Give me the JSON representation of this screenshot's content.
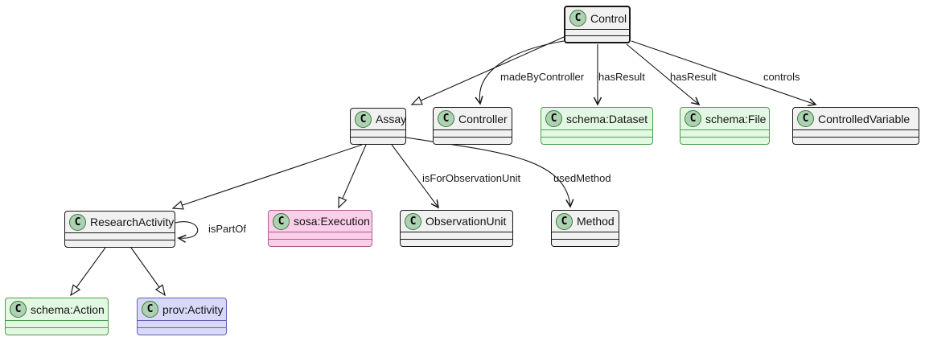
{
  "diagram": {
    "type": "uml-class-diagram",
    "spot_letter": "C",
    "classes": [
      {
        "id": "control",
        "label": "Control",
        "color": "gray",
        "emphasis": "bold"
      },
      {
        "id": "assay",
        "label": "Assay",
        "color": "gray"
      },
      {
        "id": "controller",
        "label": "Controller",
        "color": "gray"
      },
      {
        "id": "schema-dataset",
        "label": "schema:Dataset",
        "color": "green"
      },
      {
        "id": "schema-file",
        "label": "schema:File",
        "color": "green"
      },
      {
        "id": "controlled-variable",
        "label": "ControlledVariable",
        "color": "gray"
      },
      {
        "id": "research-activity",
        "label": "ResearchActivity",
        "color": "gray"
      },
      {
        "id": "sosa-execution",
        "label": "sosa:Execution",
        "color": "pink"
      },
      {
        "id": "observation-unit",
        "label": "ObservationUnit",
        "color": "gray"
      },
      {
        "id": "method",
        "label": "Method",
        "color": "gray"
      },
      {
        "id": "schema-action",
        "label": "schema:Action",
        "color": "green"
      },
      {
        "id": "prov-activity",
        "label": "prov:Activity",
        "color": "lavender"
      }
    ],
    "edges": [
      {
        "from": "Control",
        "to": "Assay",
        "kind": "generalization",
        "label": ""
      },
      {
        "from": "Control",
        "to": "Controller",
        "kind": "association",
        "label": "madeByController"
      },
      {
        "from": "Control",
        "to": "schema:Dataset",
        "kind": "association",
        "label": "hasResult"
      },
      {
        "from": "Control",
        "to": "schema:File",
        "kind": "association",
        "label": "hasResult"
      },
      {
        "from": "Control",
        "to": "ControlledVariable",
        "kind": "association",
        "label": "controls"
      },
      {
        "from": "Assay",
        "to": "ResearchActivity",
        "kind": "generalization",
        "label": ""
      },
      {
        "from": "Assay",
        "to": "sosa:Execution",
        "kind": "generalization",
        "label": ""
      },
      {
        "from": "Assay",
        "to": "ObservationUnit",
        "kind": "association",
        "label": "isForObservationUnit"
      },
      {
        "from": "Assay",
        "to": "Method",
        "kind": "association",
        "label": "usedMethod"
      },
      {
        "from": "ResearchActivity",
        "to": "ResearchActivity",
        "kind": "association",
        "label": "isPartOf"
      },
      {
        "from": "ResearchActivity",
        "to": "schema:Action",
        "kind": "generalization",
        "label": ""
      },
      {
        "from": "ResearchActivity",
        "to": "prov:Activity",
        "kind": "generalization",
        "label": ""
      }
    ],
    "colors": {
      "background": "#FFFFFF",
      "line": "#181818",
      "gray_fill": "#F1F1F1",
      "gray_border": "#181818",
      "green_fill": "#E3F8E2",
      "green_border": "#4E9B4E",
      "pink_fill": "#FBCFE9",
      "pink_border": "#B05C90",
      "lavender_fill": "#D8D8F8",
      "lavender_border": "#6262B5",
      "spot_fill": "#ADD1B2",
      "spot_border": "#3C7C3C"
    }
  }
}
